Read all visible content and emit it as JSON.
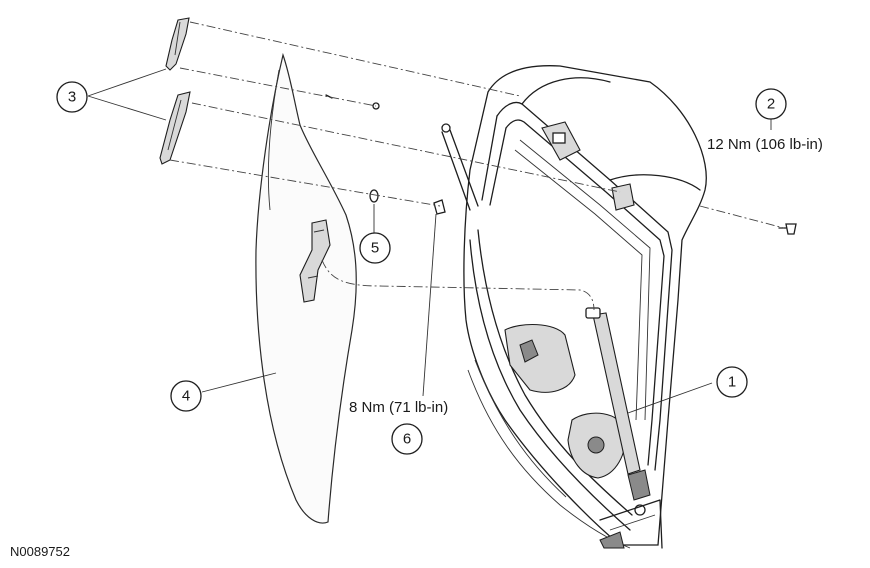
{
  "diagram": {
    "callouts": [
      {
        "id": "1",
        "label": "1"
      },
      {
        "id": "2",
        "label": "2"
      },
      {
        "id": "3",
        "label": "3"
      },
      {
        "id": "4",
        "label": "4"
      },
      {
        "id": "5",
        "label": "5"
      },
      {
        "id": "6",
        "label": "6"
      }
    ],
    "torque_specs": {
      "callout_2": "12 Nm (106 lb-in)",
      "callout_6": "8 Nm (71 lb-in)"
    },
    "figure_id": "N0089752"
  }
}
